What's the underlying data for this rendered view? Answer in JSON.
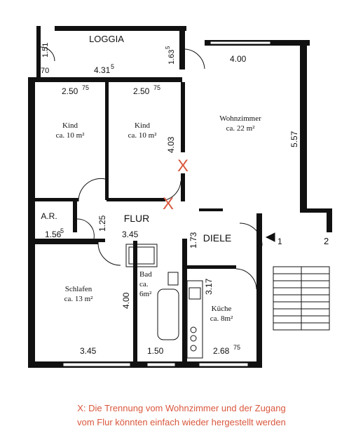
{
  "plan": {
    "rooms": {
      "loggia": "LOGGIA",
      "kind1_name": "Kind",
      "kind1_area": "ca. 10 m²",
      "kind2_name": "Kind",
      "kind2_area": "ca. 10 m²",
      "wohn_name": "Wohnzimmer",
      "wohn_area": "ca. 22 m²",
      "ar": "A.R.",
      "flur": "FLUR",
      "diele": "DIELE",
      "schlafen_name": "Schlafen",
      "schlafen_area": "ca. 13 m²",
      "bad_name": "Bad",
      "bad_area1": "ca.",
      "bad_area2": "6m²",
      "kueche_name": "Küche",
      "kueche_area": "ca. 8m²"
    },
    "dims": {
      "d151": "1.51",
      "d70": "70",
      "d431": "4.31",
      "d431sup": "5",
      "d1635": "1.63",
      "d1635sup": "5",
      "d400top": "4.00",
      "d250a": "2.50",
      "d250asup": "75",
      "d250b": "2.50",
      "d250bsup": "75",
      "d403": "4.03",
      "d557": "5.57",
      "d156": "1.56",
      "d156sup": "5",
      "d125": "1.25",
      "d345a": "3.45",
      "d173": "1.73",
      "d400left": "4.00",
      "d317": "3.17",
      "d345b": "3.45",
      "d150": "1.50",
      "d268": "2.68",
      "d268sup": "75"
    },
    "marks": {
      "x1": "X",
      "x2": "X"
    },
    "stairs": {
      "one": "1",
      "two": "2"
    },
    "colors": {
      "wall": "#111111",
      "mark": "#d9573d"
    }
  },
  "caption": {
    "line1": "X:  Die Trennung vom Wohnzimmer und der Zugang",
    "line2": "vom Flur könnten einfach wieder hergestellt werden"
  }
}
